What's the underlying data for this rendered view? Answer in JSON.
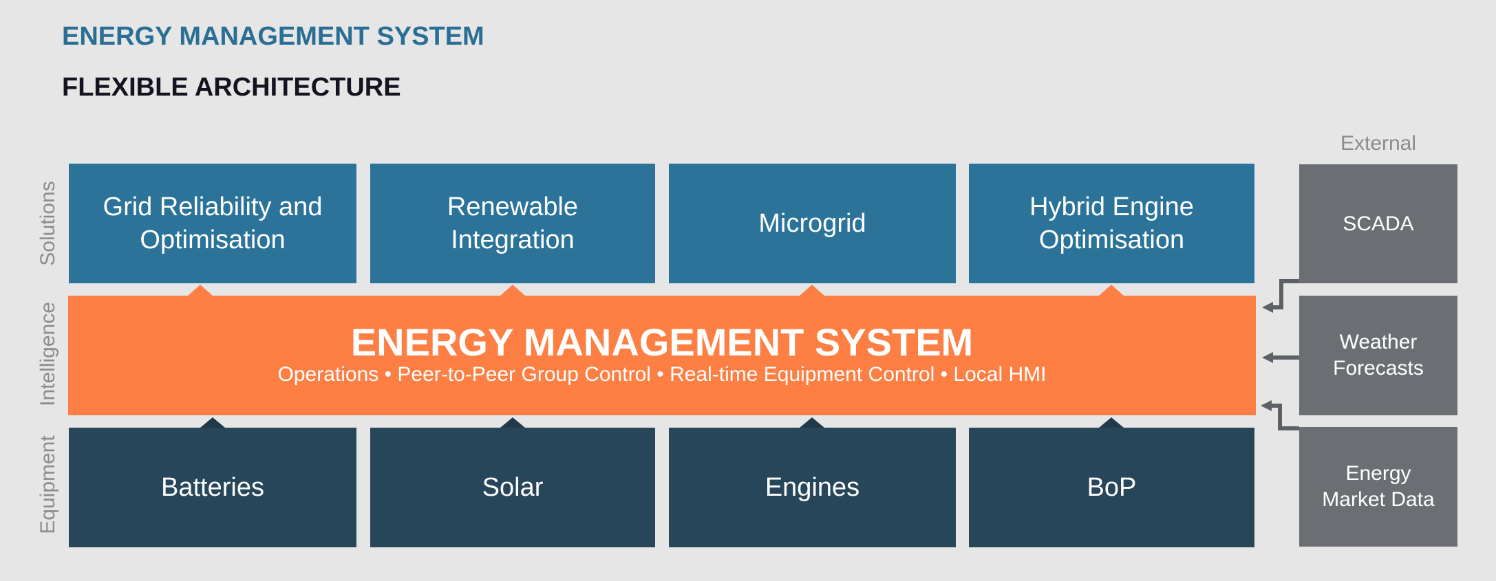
{
  "header": {
    "title": "ENERGY MANAGEMENT SYSTEM",
    "subtitle": "FLEXIBLE ARCHITECTURE"
  },
  "layers": {
    "solutions": "Solutions",
    "intelligence": "Intelligence",
    "equipment": "Equipment"
  },
  "solutions": [
    "Grid Reliability and Optimisation",
    "Renewable Integration",
    "Microgrid",
    "Hybrid Engine Optimisation"
  ],
  "ems": {
    "title": "ENERGY MANAGEMENT SYSTEM",
    "capabilities": "Operations • Peer-to-Peer Group Control • Real-time Equipment Control • Local HMI"
  },
  "equipment": [
    "Batteries",
    "Solar",
    "Engines",
    "BoP"
  ],
  "external": {
    "label": "External",
    "items": [
      "SCADA",
      "Weather Forecasts",
      "Energy Market Data"
    ]
  },
  "colors": {
    "solutions": "#2b7399",
    "ems": "#fd7f43",
    "equipment": "#27465a",
    "external": "#6b6f73",
    "title": "#2a6e96"
  }
}
